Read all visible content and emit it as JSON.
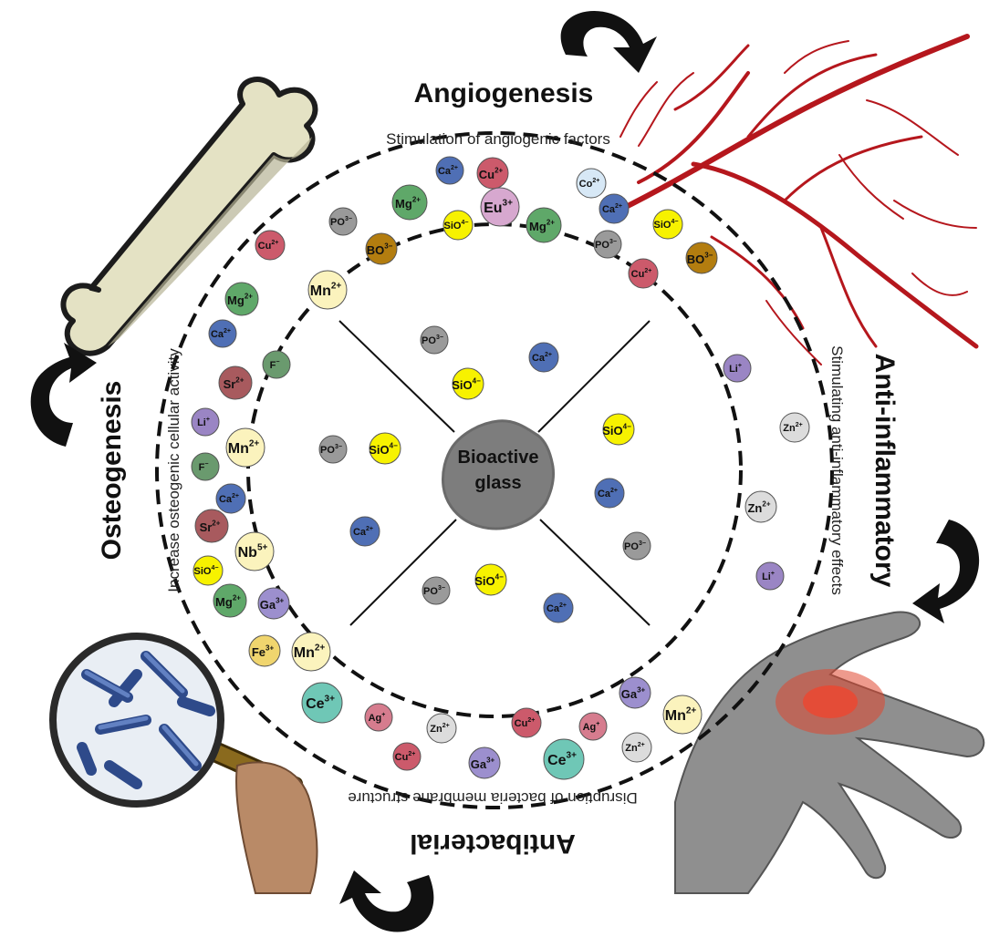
{
  "center_label": [
    "Bioactive",
    "glass"
  ],
  "sections": {
    "angiogenesis": {
      "title": "Angiogenesis",
      "subtitle": "Stimulation of angiogenic factors"
    },
    "anti_inflammatory": {
      "title": "Anti-inflammatory",
      "subtitle": "Stimulating anti-inflammatory effects"
    },
    "antibacterial": {
      "title": "Antibacterial",
      "subtitle": "Disruption of bacteria membrane structure"
    },
    "osteogenesis": {
      "title": "Osteogenesis",
      "subtitle": "Increase osteogenic cellular activity"
    }
  },
  "ion_colors": {
    "Ca": "#4f6fb5",
    "Cu": "#cc5a6b",
    "Co": "#d7e8f6",
    "Eu": "#d7a8cf",
    "Mg": "#5fa869",
    "Si": "#f7f200",
    "PO": "#9a9a9a",
    "BO": "#b37d0f",
    "Mn": "#fbf3bd",
    "F": "#6a9a6e",
    "Sr": "#a85a5e",
    "Li": "#9a85c4",
    "Nb": "#fbf3bd",
    "Ga": "#9c8fce",
    "Fe": "#f0d56e",
    "Ce": "#6fc7b6",
    "Ag": "#d67c8e",
    "Zn": "#dcdcdc"
  },
  "ions": [
    {
      "label": "Ca",
      "sup": "2+",
      "kind": "Ca",
      "r": 15,
      "ring": "outer",
      "angle": -74
    },
    {
      "label": "Cu",
      "sup": "2+",
      "kind": "Cu",
      "r": 17,
      "ring": "outer",
      "angle": -58
    },
    {
      "label": "Co",
      "sup": "2+",
      "kind": "Co",
      "r": 16,
      "ring": "outer",
      "angle": -46
    },
    {
      "label": "Eu",
      "sup": "3+",
      "kind": "Eu",
      "r": 21,
      "ring": "outer",
      "angle": -84
    },
    {
      "label": "Mg",
      "sup": "2+",
      "kind": "Mg",
      "r": 19,
      "ring": "outer",
      "angle": -105
    },
    {
      "label": "PO",
      "sup": "3−",
      "kind": "PO",
      "r": 15,
      "ring": "outer",
      "angle": -122
    },
    {
      "label": "SiO",
      "sup": "4−",
      "kind": "Si",
      "r": 16,
      "ring": "outer",
      "angle": -93
    },
    {
      "label": "Mg",
      "sup": "2+",
      "kind": "Mg",
      "r": 19,
      "ring": "outer",
      "angle": -70
    },
    {
      "label": "Ca",
      "sup": "2+",
      "kind": "Ca",
      "r": 16,
      "ring": "outer",
      "angle": -53
    },
    {
      "label": "SiO",
      "sup": "4−",
      "kind": "Si",
      "r": 16,
      "ring": "outer",
      "angle": -40
    },
    {
      "label": "PO",
      "sup": "3−",
      "kind": "PO",
      "r": 15,
      "ring": "outer",
      "angle": -60
    },
    {
      "label": "Cu",
      "sup": "2+",
      "kind": "Cu",
      "r": 16,
      "ring": "outer",
      "angle": -131
    },
    {
      "label": "BO",
      "sup": "3−",
      "kind": "BO",
      "r": 17,
      "ring": "outer",
      "angle": -113
    },
    {
      "label": "BO",
      "sup": "3−",
      "kind": "BO",
      "r": 17,
      "ring": "outer",
      "angle": -44
    },
    {
      "label": "Cu",
      "sup": "2+",
      "kind": "Cu",
      "r": 16,
      "ring": "outer",
      "angle": -54
    },
    {
      "label": "Mn",
      "sup": "2+",
      "kind": "Mn",
      "r": 21,
      "ring": "outer",
      "angle": -130
    },
    {
      "label": "Mg",
      "sup": "2+",
      "kind": "Mg",
      "r": 18,
      "ring": "outer",
      "angle": -144
    },
    {
      "label": "Li",
      "sup": "+",
      "kind": "Li",
      "r": 15,
      "ring": "outer",
      "angle": -24
    },
    {
      "label": "Zn",
      "sup": "2+",
      "kind": "Zn",
      "r": 16,
      "ring": "outer",
      "angle": -6
    },
    {
      "label": "Zn",
      "sup": "2+",
      "kind": "Zn",
      "r": 17,
      "ring": "outer",
      "angle": 10
    },
    {
      "label": "Li",
      "sup": "+",
      "kind": "Li",
      "r": 15,
      "ring": "outer",
      "angle": 28
    },
    {
      "label": "Ga",
      "sup": "3+",
      "kind": "Ga",
      "r": 17,
      "ring": "outer",
      "angle": 47
    },
    {
      "label": "Mn",
      "sup": "2+",
      "kind": "Mn",
      "r": 21,
      "ring": "outer",
      "angle": 40
    },
    {
      "label": "Zn",
      "sup": "2+",
      "kind": "Zn",
      "r": 16,
      "ring": "outer",
      "angle": 57
    },
    {
      "label": "Ag",
      "sup": "+",
      "kind": "Ag",
      "r": 15,
      "ring": "outer",
      "angle": 64
    },
    {
      "label": "Cu",
      "sup": "2+",
      "kind": "Cu",
      "r": 16,
      "ring": "outer",
      "angle": 81
    },
    {
      "label": "Ce",
      "sup": "3+",
      "kind": "Ce",
      "r": 22,
      "ring": "outer",
      "angle": 72
    },
    {
      "label": "Ga",
      "sup": "3+",
      "kind": "Ga",
      "r": 17,
      "ring": "outer",
      "angle": 92
    },
    {
      "label": "Zn",
      "sup": "2+",
      "kind": "Zn",
      "r": 16,
      "ring": "outer",
      "angle": 101
    },
    {
      "label": "Cu",
      "sup": "2+",
      "kind": "Cu",
      "r": 15,
      "ring": "outer",
      "angle": 111
    },
    {
      "label": "Ag",
      "sup": "+",
      "kind": "Ag",
      "r": 15,
      "ring": "outer",
      "angle": 117
    },
    {
      "label": "Ce",
      "sup": "3+",
      "kind": "Ce",
      "r": 22,
      "ring": "outer",
      "angle": 127
    },
    {
      "label": "Mn",
      "sup": "2+",
      "kind": "Mn",
      "r": 21,
      "ring": "outer",
      "angle": 142
    },
    {
      "label": "Fe",
      "sup": "3+",
      "kind": "Fe",
      "r": 17,
      "ring": "outer",
      "angle": 143
    },
    {
      "label": "Ga",
      "sup": "3+",
      "kind": "Ga",
      "r": 17,
      "ring": "outer",
      "angle": 152
    },
    {
      "label": "Mg",
      "sup": "2+",
      "kind": "Mg",
      "r": 18,
      "ring": "outer",
      "angle": 159
    },
    {
      "label": "SiO",
      "sup": "4−",
      "kind": "Si",
      "r": 16,
      "ring": "outer",
      "angle": 162
    },
    {
      "label": "Nb",
      "sup": "5+",
      "kind": "Nb",
      "r": 21,
      "ring": "outer",
      "angle": 166
    },
    {
      "label": "Sr",
      "sup": "2+",
      "kind": "Sr",
      "r": 18,
      "ring": "outer",
      "angle": 171
    },
    {
      "label": "Ca",
      "sup": "2+",
      "kind": "Ca",
      "r": 16,
      "ring": "outer",
      "angle": 179
    },
    {
      "label": "F",
      "sup": "−",
      "kind": "F",
      "r": 15,
      "ring": "outer",
      "angle": -172
    },
    {
      "label": "Mn",
      "sup": "2+",
      "kind": "Mn",
      "r": 21,
      "ring": "outer",
      "angle": -176
    },
    {
      "label": "Li",
      "sup": "+",
      "kind": "Li",
      "r": 15,
      "ring": "outer",
      "angle": -165
    },
    {
      "label": "Sr",
      "sup": "2+",
      "kind": "Sr",
      "r": 18,
      "ring": "outer",
      "angle": -157
    },
    {
      "label": "F",
      "sup": "−",
      "kind": "F",
      "r": 15,
      "ring": "outer",
      "angle": -146
    },
    {
      "label": "Ca",
      "sup": "2+",
      "kind": "Ca",
      "r": 15,
      "ring": "outer",
      "angle": -157
    }
  ],
  "inner_ions": [
    {
      "label": "PO",
      "sup": "3−",
      "kind": "PO",
      "r": 15,
      "pos": "i1"
    },
    {
      "label": "Ca",
      "sup": "2+",
      "kind": "Ca",
      "r": 16,
      "pos": "i2"
    },
    {
      "label": "SiO",
      "sup": "4−",
      "kind": "Si",
      "r": 17,
      "pos": "i3"
    },
    {
      "label": "SiO",
      "sup": "4−",
      "kind": "Si",
      "r": 17,
      "pos": "i4"
    },
    {
      "label": "Ca",
      "sup": "2+",
      "kind": "Ca",
      "r": 16,
      "pos": "i5"
    },
    {
      "label": "PO",
      "sup": "3−",
      "kind": "PO",
      "r": 15,
      "pos": "i6"
    },
    {
      "label": "PO",
      "sup": "3−",
      "kind": "PO",
      "r": 15,
      "pos": "i7"
    },
    {
      "label": "SiO",
      "sup": "4−",
      "kind": "Si",
      "r": 17,
      "pos": "i8"
    },
    {
      "label": "Ca",
      "sup": "2+",
      "kind": "Ca",
      "r": 16,
      "pos": "i9"
    },
    {
      "label": "PO",
      "sup": "3−",
      "kind": "PO",
      "r": 15,
      "pos": "i10"
    },
    {
      "label": "SiO",
      "sup": "4−",
      "kind": "Si",
      "r": 17,
      "pos": "i11"
    },
    {
      "label": "Ca",
      "sup": "2+",
      "kind": "Ca",
      "r": 16,
      "pos": "i12"
    }
  ]
}
